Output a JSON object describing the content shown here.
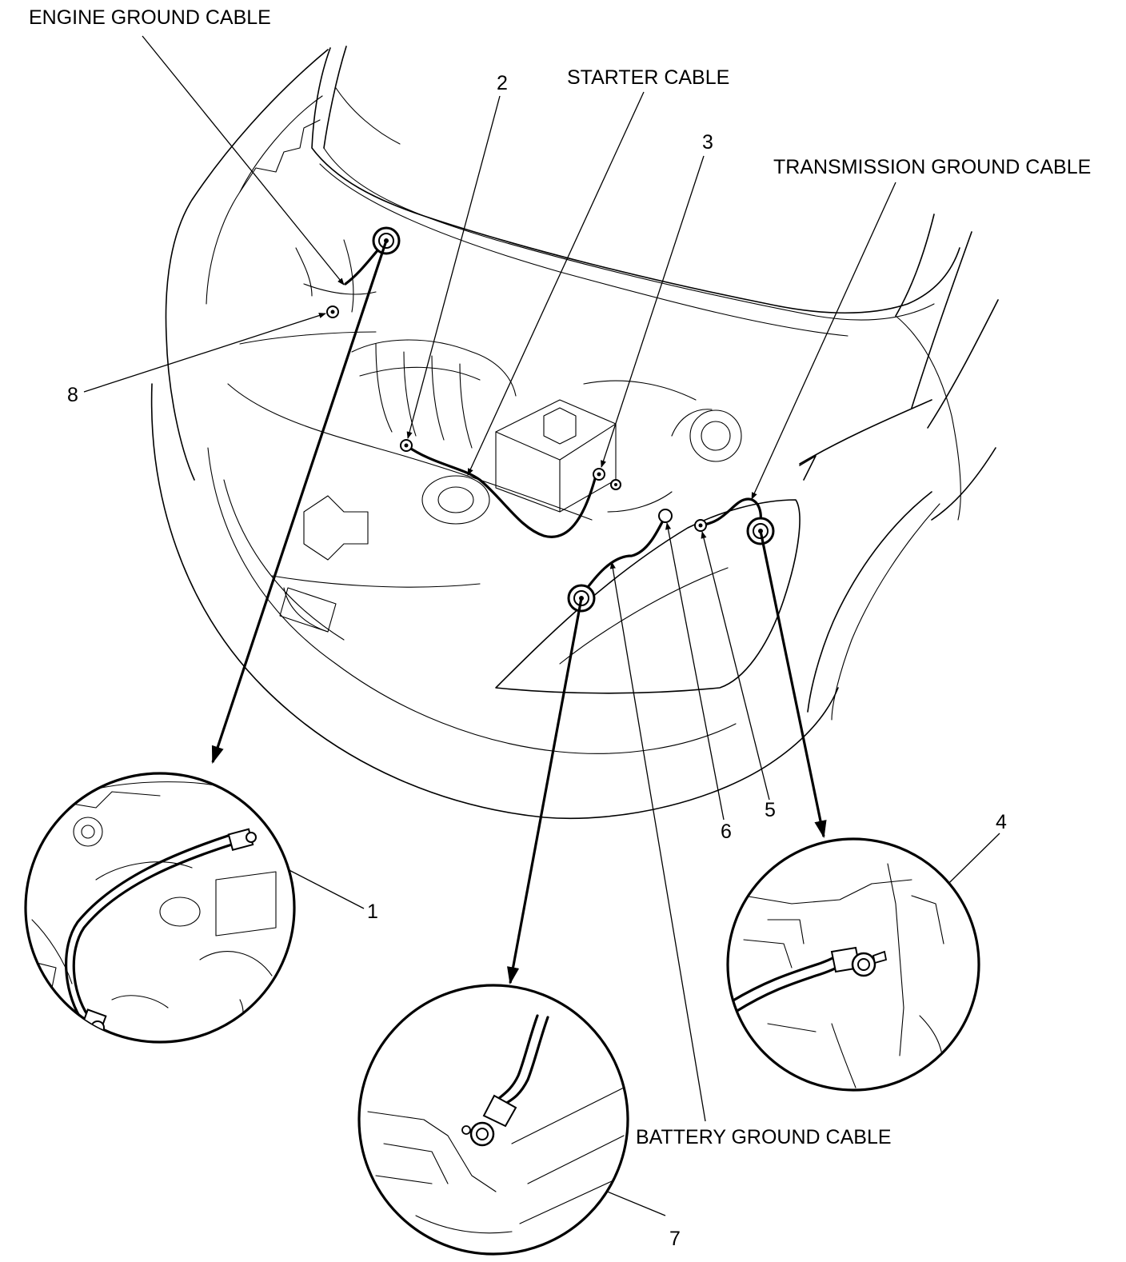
{
  "diagram": {
    "callout_labels": {
      "engine_ground_cable": "ENGINE GROUND CABLE",
      "starter_cable": "STARTER CABLE",
      "transmission_ground_cable": "TRANSMISSION GROUND CABLE",
      "battery_ground_cable": "BATTERY GROUND CABLE"
    },
    "index_numbers": {
      "n1": "1",
      "n2": "2",
      "n3": "3",
      "n4": "4",
      "n5": "5",
      "n6": "6",
      "n7": "7",
      "n8": "8"
    }
  }
}
